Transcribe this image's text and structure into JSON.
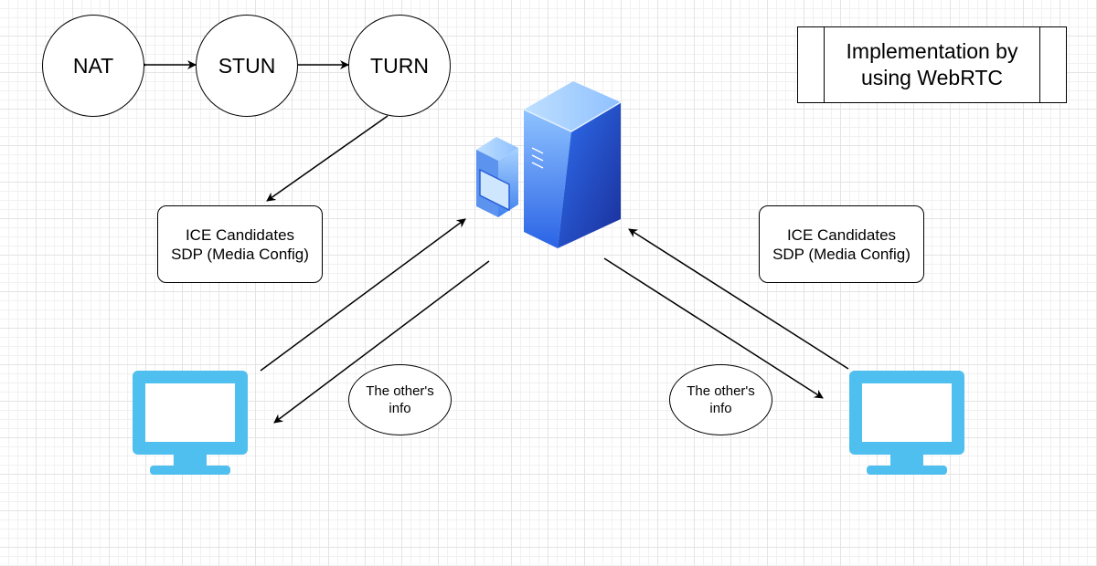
{
  "title": {
    "line1": "Implementation by",
    "line2": "using WebRTC"
  },
  "protocols": {
    "nat": "NAT",
    "stun": "STUN",
    "turn": "TURN"
  },
  "left_box": {
    "line1": "ICE Candidates",
    "line2": "SDP (Media Config)"
  },
  "right_box": {
    "line1": "ICE Candidates",
    "line2": "SDP (Media Config)"
  },
  "left_note": {
    "line1": "The other's",
    "line2": "info"
  },
  "right_note": {
    "line1": "The other's",
    "line2": "info"
  },
  "colors": {
    "monitor": "#4fbfef",
    "server_light": "#8fc6ff",
    "server_mid": "#4b8ef0",
    "server_dark": "#1d3fa6",
    "stroke": "#000000"
  },
  "icons": {
    "server": "signaling-server-icon",
    "client_left": "monitor-icon",
    "client_right": "monitor-icon"
  }
}
